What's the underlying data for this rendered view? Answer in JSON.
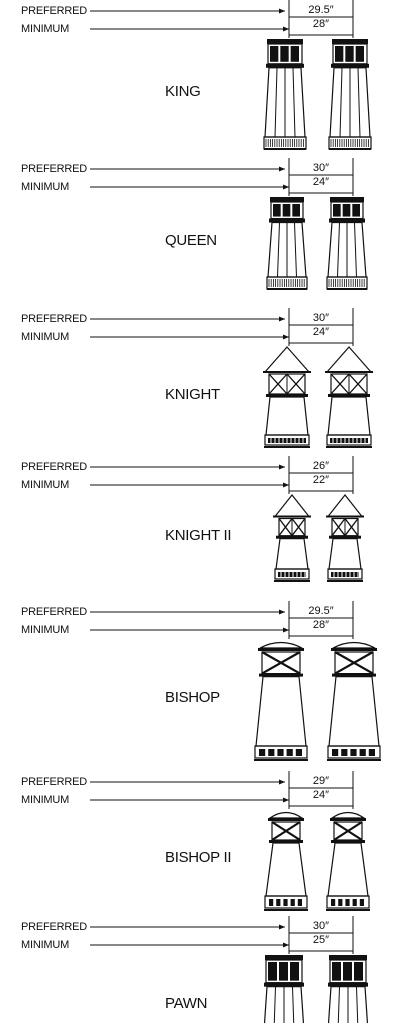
{
  "labels": {
    "preferred": "PREFERRED",
    "minimum": "MINIMUM"
  },
  "products": [
    {
      "name": "KING",
      "preferred_dim": "29.5″",
      "minimum_dim": "28″",
      "shape": "king-icon"
    },
    {
      "name": "QUEEN",
      "preferred_dim": "30″",
      "minimum_dim": "24″",
      "shape": "queen-icon"
    },
    {
      "name": "KNIGHT",
      "preferred_dim": "30″",
      "minimum_dim": "24″",
      "shape": "knight-icon"
    },
    {
      "name": "KNIGHT II",
      "preferred_dim": "26″",
      "minimum_dim": "22″",
      "shape": "knight-ii-icon"
    },
    {
      "name": "BISHOP",
      "preferred_dim": "29.5″",
      "minimum_dim": "28″",
      "shape": "bishop-icon"
    },
    {
      "name": "BISHOP II",
      "preferred_dim": "29″",
      "minimum_dim": "24″",
      "shape": "bishop-ii-icon"
    },
    {
      "name": "PAWN",
      "preferred_dim": "30″",
      "minimum_dim": "25″",
      "shape": "pawn-icon"
    }
  ],
  "colors": {
    "ink": "#111111",
    "background": "#ffffff"
  }
}
